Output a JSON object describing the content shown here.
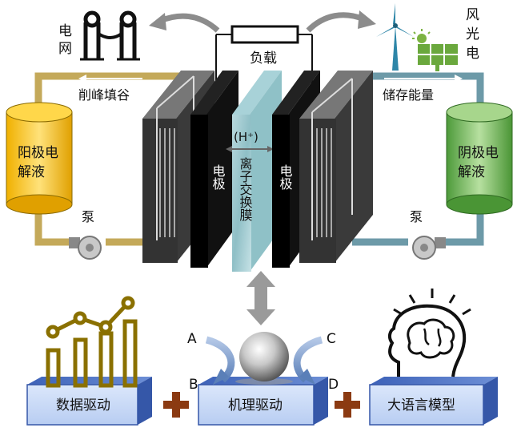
{
  "labels": {
    "grid": [
      "电",
      "网"
    ],
    "load": "负载",
    "wind_solar": [
      "风",
      "光",
      "电"
    ],
    "peak_shaving": "削峰填谷",
    "energy_storage": "储存能量",
    "anolyte": [
      "阳极电",
      "解液"
    ],
    "catholyte": [
      "阴极电",
      "解液"
    ],
    "pump_left": "泵",
    "pump_right": "泵",
    "electrode_left": "电极",
    "electrode_right": "电极",
    "proton": "(H⁺)",
    "membrane": "离子交换膜",
    "point_a": "A",
    "point_b": "B",
    "point_c": "C",
    "point_d": "D",
    "data_driven": "数据驱动",
    "mechanism_driven": "机理驱动",
    "llm": "大语言模型"
  },
  "icons": {
    "grid": "power-pylon-icon",
    "wind": "wind-turbine-icon",
    "solar": "solar-panel-icon",
    "chart": "bar-chart-icon",
    "brain": "brain-head-icon",
    "sphere": "sphere-icon"
  },
  "colors": {
    "anolyte_tank": "#e8b400",
    "catholyte_tank": "#5fa845",
    "left_pipe": "#c4a95a",
    "right_pipe": "#6d9aa8",
    "plus": "#8b3a12",
    "box": "#4a73c4",
    "chart": "#8a7000"
  }
}
